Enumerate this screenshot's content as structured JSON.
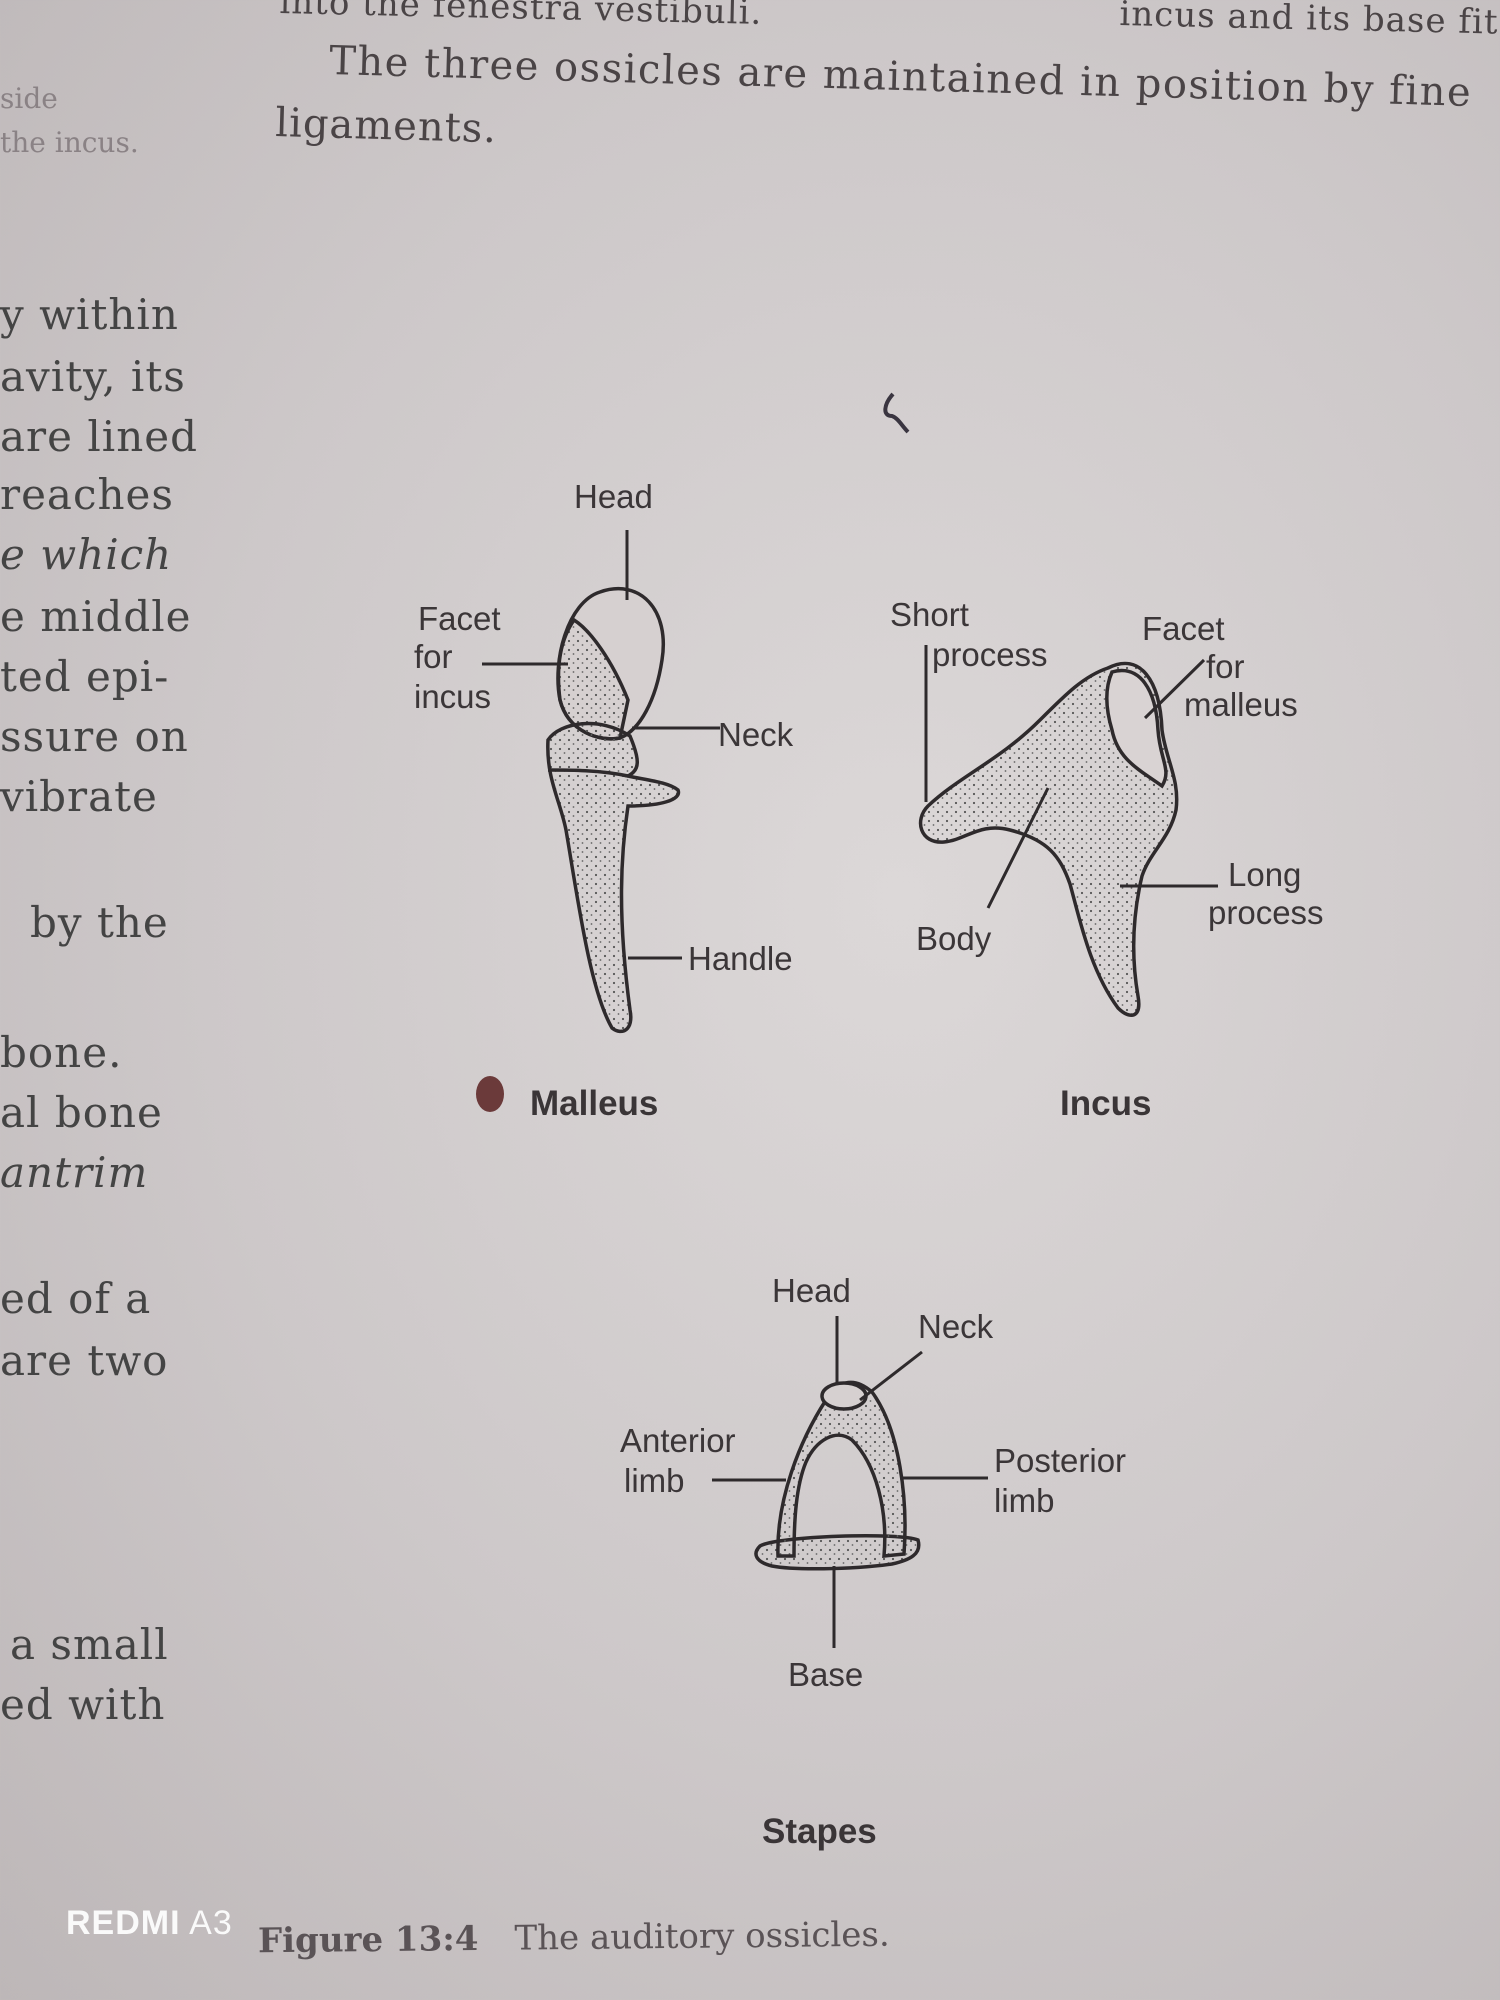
{
  "book": {
    "top_line_1": "into the fenestra vestibuli.",
    "top_line_1_right": "incus and its base fits",
    "top_line_2": "The three ossicles are maintained in position by fine",
    "top_line_3": "ligaments.",
    "margin_note_1": "side",
    "margin_note_2": "the incus.",
    "left_column_fragments": [
      "y within",
      "avity, its",
      "are lined",
      "reaches",
      "e which",
      "e middle",
      "ted epi-",
      "ssure on",
      "vibrate",
      "by the",
      "bone.",
      "al bone",
      "antrim",
      "ed of a",
      "are two",
      "a small",
      "ed with"
    ]
  },
  "figure": {
    "malleus": {
      "caption": "Malleus",
      "labels": {
        "head": "Head",
        "facet_for_incus": [
          "Facet",
          "for",
          "incus"
        ],
        "neck": "Neck",
        "handle": "Handle"
      }
    },
    "incus": {
      "caption": "Incus",
      "labels": {
        "short_process": [
          "Short",
          "process"
        ],
        "facet_for_malleus": [
          "Facet",
          "for",
          "malleus"
        ],
        "long_process": [
          "Long",
          "process"
        ],
        "body": "Body"
      }
    },
    "stapes": {
      "caption": "Stapes",
      "labels": {
        "head": "Head",
        "neck": "Neck",
        "anterior_limb": [
          "Anterior",
          "limb"
        ],
        "posterior_limb": [
          "Posterior",
          "limb"
        ],
        "base": "Base"
      }
    },
    "figure_number": "Figure 13:4",
    "figure_title": "The auditory ossicles."
  },
  "watermark": {
    "brand": "REDMI",
    "model": "A3"
  }
}
